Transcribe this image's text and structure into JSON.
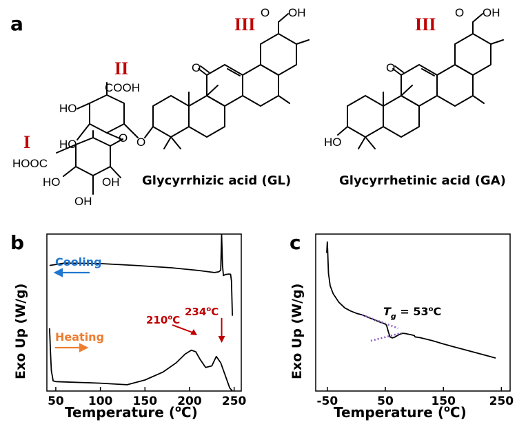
{
  "panel_a": {
    "label": "a",
    "fragment_labels": {
      "I": "I",
      "II": "II",
      "III_gl": "III",
      "III_ga": "III"
    },
    "gl_name": "Glycyrrhizic acid (GL)",
    "ga_name": "Glycyrrhetinic acid (GA)",
    "groups": {
      "cooh": "COOH",
      "hooc": "HOOC",
      "o": "O",
      "oh": "OH",
      "ho": "HO"
    }
  },
  "colors": {
    "roman": "#c00000",
    "cooling": "#1f77d0",
    "heating": "#ed7d31",
    "annotation_red": "#c00000",
    "tg_dotted": "#8e5cc8",
    "curve": "#000000"
  },
  "chart_data": [
    {
      "panel": "b",
      "type": "line",
      "xlabel": "Temperature (",
      "xlabel_unit": "o",
      "xlabel_end": "C)",
      "ylabel": "Exo Up (W/g)",
      "xlim": [
        40,
        258
      ],
      "xticks": [
        50,
        100,
        150,
        200,
        250
      ],
      "yticks_shown": false,
      "grid": false,
      "series": [
        {
          "name": "Cooling",
          "x": [
            43,
            60,
            100,
            140,
            180,
            210,
            228,
            233,
            235,
            236,
            237,
            238,
            240,
            244,
            246,
            247,
            248
          ],
          "y": [
            0.8,
            0.815,
            0.812,
            0.8,
            0.785,
            0.768,
            0.755,
            0.76,
            0.77,
            0.995,
            0.8,
            0.735,
            0.742,
            0.745,
            0.744,
            0.7,
            0.48
          ]
        },
        {
          "name": "Heating",
          "x": [
            43,
            44,
            45,
            47,
            50,
            60,
            100,
            130,
            150,
            170,
            185,
            195,
            202,
            207,
            212,
            218,
            225,
            230,
            235,
            240,
            245,
            248
          ],
          "y": [
            0.4,
            0.25,
            0.13,
            0.065,
            0.06,
            0.058,
            0.05,
            0.04,
            0.07,
            0.12,
            0.18,
            0.235,
            0.26,
            0.25,
            0.2,
            0.15,
            0.16,
            0.22,
            0.18,
            0.1,
            0.02,
            0.0
          ]
        }
      ],
      "annotations": [
        {
          "text": "210",
          "unit": "o",
          "unit_end": "C",
          "x": 207
        },
        {
          "text": "234",
          "unit": "o",
          "unit_end": "C",
          "x": 236
        }
      ],
      "panel_label": "b"
    },
    {
      "panel": "c",
      "type": "line",
      "xlabel": "Temperature (",
      "xlabel_unit": "o",
      "xlabel_end": "C)",
      "ylabel": "Exo Up (W/g)",
      "xlim": [
        -70,
        265
      ],
      "xticks": [
        -50,
        50,
        150,
        250
      ],
      "yticks_shown": false,
      "grid": false,
      "series": [
        {
          "name": "",
          "x": [
            -51,
            -50,
            -49.5,
            -48,
            -45,
            -40,
            -30,
            -20,
            -10,
            0,
            10,
            20,
            30,
            40,
            48,
            52,
            55,
            58,
            62,
            66,
            70,
            75,
            80,
            85,
            90,
            95,
            100,
            101,
            110,
            130,
            150,
            170,
            190,
            210,
            230,
            240
          ],
          "y": [
            0.88,
            0.95,
            0.9,
            0.75,
            0.67,
            0.62,
            0.565,
            0.53,
            0.51,
            0.495,
            0.485,
            0.47,
            0.455,
            0.44,
            0.43,
            0.42,
            0.38,
            0.345,
            0.338,
            0.343,
            0.352,
            0.362,
            0.368,
            0.366,
            0.362,
            0.358,
            0.353,
            0.345,
            0.34,
            0.322,
            0.3,
            0.28,
            0.26,
            0.24,
            0.22,
            0.21
          ]
        }
      ],
      "annotations": [
        {
          "text_symbol": "T",
          "text_sub": "g",
          "text_mid": " = 53",
          "unit": "o",
          "unit_end": "C",
          "x": 53
        }
      ],
      "panel_label": "c"
    }
  ]
}
